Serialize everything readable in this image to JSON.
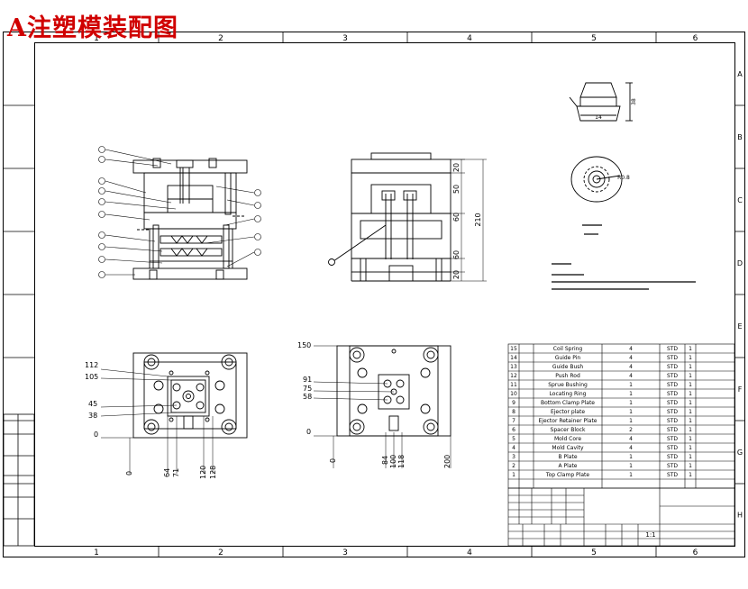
{
  "title": "A注塑模装配图",
  "columns": [
    "1",
    "2",
    "3",
    "4",
    "5",
    "6"
  ],
  "rows": [
    "A",
    "B",
    "C",
    "D",
    "E",
    "F",
    "G",
    "H"
  ],
  "top_view_dims": [
    "20",
    "50",
    "60",
    "210",
    "60",
    "20"
  ],
  "bottom_left_dims": [
    "112",
    "105",
    "45",
    "38",
    "0",
    "0",
    "64",
    "71",
    "120",
    "128"
  ],
  "bottom_mid_dims": [
    "150",
    "91",
    "75",
    "58",
    "0",
    "0",
    "84",
    "100",
    "118",
    "200"
  ],
  "part_dims": [
    "38",
    "14"
  ],
  "part_label": "R0.8",
  "scale": "1:1",
  "bom": [
    {
      "no": "15",
      "name": "Coil Spring",
      "qty": "4",
      "mat": "STD",
      "n": "1"
    },
    {
      "no": "14",
      "name": "Guide Pin",
      "qty": "4",
      "mat": "STD",
      "n": "1"
    },
    {
      "no": "13",
      "name": "Guide Bush",
      "qty": "4",
      "mat": "STD",
      "n": "1"
    },
    {
      "no": "12",
      "name": "Push Rod",
      "qty": "4",
      "mat": "STD",
      "n": "1"
    },
    {
      "no": "11",
      "name": "Sprue Bushing",
      "qty": "1",
      "mat": "STD",
      "n": "1"
    },
    {
      "no": "10",
      "name": "Locating Ring",
      "qty": "1",
      "mat": "STD",
      "n": "1"
    },
    {
      "no": "9",
      "name": "Bottom Clamp Plate",
      "qty": "1",
      "mat": "STD",
      "n": "1"
    },
    {
      "no": "8",
      "name": "Ejector plate",
      "qty": "1",
      "mat": "STD",
      "n": "1"
    },
    {
      "no": "7",
      "name": "Ejector Retainer Plate",
      "qty": "1",
      "mat": "STD",
      "n": "1"
    },
    {
      "no": "6",
      "name": "Spacer Block",
      "qty": "2",
      "mat": "STD",
      "n": "1"
    },
    {
      "no": "5",
      "name": "Mold Core",
      "qty": "4",
      "mat": "STD",
      "n": "1"
    },
    {
      "no": "4",
      "name": "Mold Cavity",
      "qty": "4",
      "mat": "STD",
      "n": "1"
    },
    {
      "no": "3",
      "name": "B Plate",
      "qty": "1",
      "mat": "STD",
      "n": "1"
    },
    {
      "no": "2",
      "name": "A Plate",
      "qty": "1",
      "mat": "STD",
      "n": "1"
    },
    {
      "no": "1",
      "name": "Top Clamp Plate",
      "qty": "1",
      "mat": "STD",
      "n": "1"
    }
  ],
  "colors": {
    "line": "#000000",
    "title": "#d00000"
  }
}
